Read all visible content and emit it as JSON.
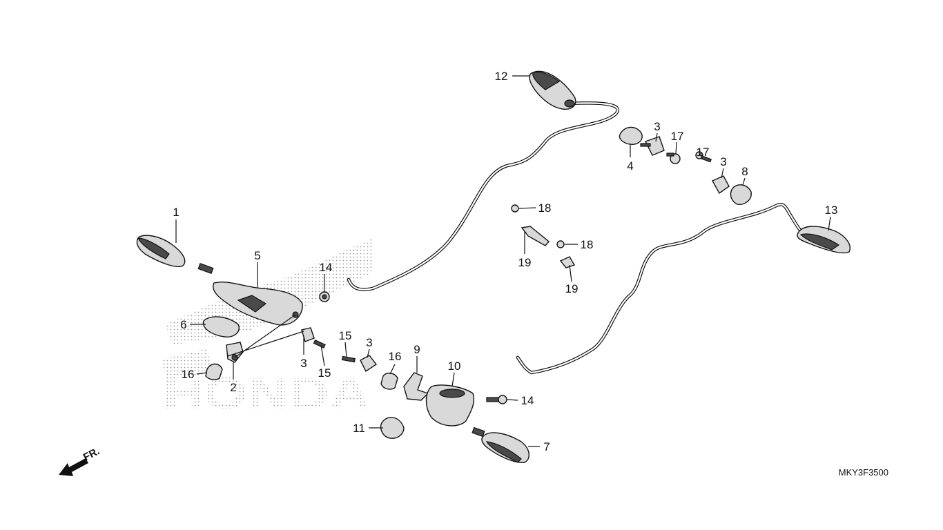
{
  "diagram": {
    "code": "MKY3F3500",
    "front_label": "FR.",
    "watermark": "HONDA",
    "callouts": [
      {
        "id": "c1",
        "text": "1"
      },
      {
        "id": "c2",
        "text": "2"
      },
      {
        "id": "c3a",
        "text": "3"
      },
      {
        "id": "c3b",
        "text": "3"
      },
      {
        "id": "c3c",
        "text": "3"
      },
      {
        "id": "c3d",
        "text": "3"
      },
      {
        "id": "c4",
        "text": "4"
      },
      {
        "id": "c5",
        "text": "5"
      },
      {
        "id": "c6",
        "text": "6"
      },
      {
        "id": "c7",
        "text": "7"
      },
      {
        "id": "c8",
        "text": "8"
      },
      {
        "id": "c9",
        "text": "9"
      },
      {
        "id": "c10",
        "text": "10"
      },
      {
        "id": "c11",
        "text": "11"
      },
      {
        "id": "c12",
        "text": "12"
      },
      {
        "id": "c13",
        "text": "13"
      },
      {
        "id": "c14a",
        "text": "14"
      },
      {
        "id": "c14b",
        "text": "14"
      },
      {
        "id": "c15a",
        "text": "15"
      },
      {
        "id": "c15b",
        "text": "15"
      },
      {
        "id": "c16a",
        "text": "16"
      },
      {
        "id": "c16b",
        "text": "16"
      },
      {
        "id": "c17a",
        "text": "17"
      },
      {
        "id": "c17b",
        "text": "17"
      },
      {
        "id": "c18a",
        "text": "18"
      },
      {
        "id": "c18b",
        "text": "18"
      },
      {
        "id": "c19a",
        "text": "19"
      },
      {
        "id": "c19b",
        "text": "19"
      }
    ]
  }
}
